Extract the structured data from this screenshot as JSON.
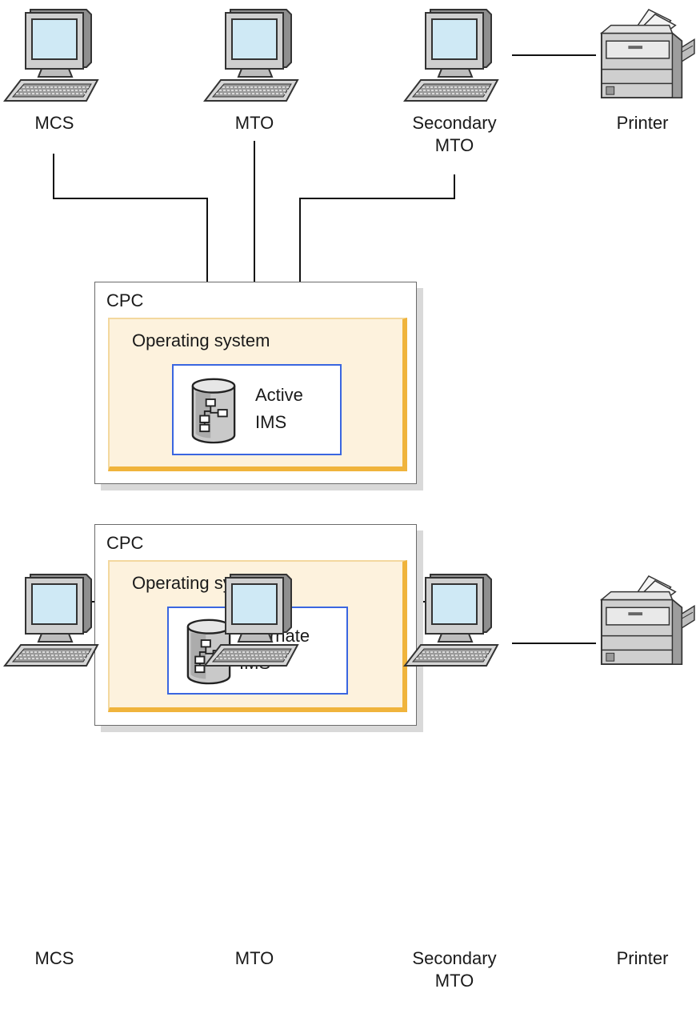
{
  "top_devices": {
    "mcs": "MCS",
    "mto": "MTO",
    "secondary_mto_line1": "Secondary",
    "secondary_mto_line2": "MTO",
    "printer": "Printer"
  },
  "active_cpc": {
    "label": "CPC",
    "os_label": "Operating system",
    "ims_line1": "Active",
    "ims_line2": "IMS"
  },
  "alternate_cpc": {
    "label": "CPC",
    "os_label": "Operating system",
    "ims_line1": "Alternate",
    "ims_line2": "IMS"
  },
  "bottom_devices": {
    "mcs": "MCS",
    "mto": "MTO",
    "secondary_mto_line1": "Secondary",
    "secondary_mto_line2": "MTO",
    "printer": "Printer"
  },
  "icons": [
    "computer-icon",
    "printer-icon",
    "database-icon"
  ],
  "colors": {
    "os_fill": "#fdf2dd",
    "os_border": "#f0b43c",
    "ims_border": "#3a66e0"
  }
}
